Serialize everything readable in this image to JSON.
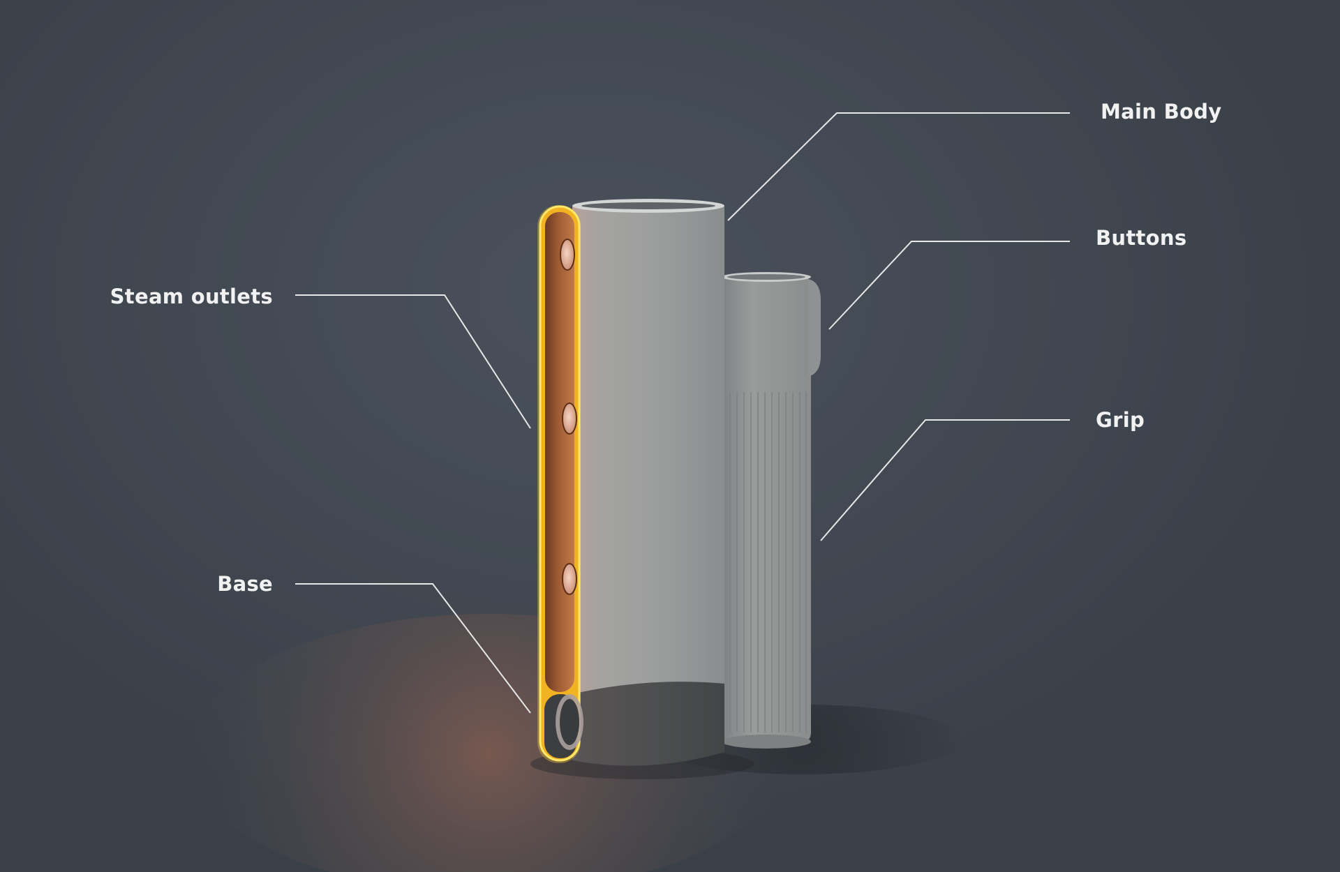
{
  "labels": {
    "main_body": "Main Body",
    "buttons": "Buttons",
    "grip": "Grip",
    "steam_outlets": "Steam outlets",
    "base": "Base"
  },
  "colors": {
    "background": "#434a53",
    "body": "#9a9d9d",
    "base": "#4d4e4f",
    "glow": "#f0b020",
    "copper": "#a05a32",
    "label": "#f2f2f2",
    "leader_line": "#e8e8e8"
  }
}
